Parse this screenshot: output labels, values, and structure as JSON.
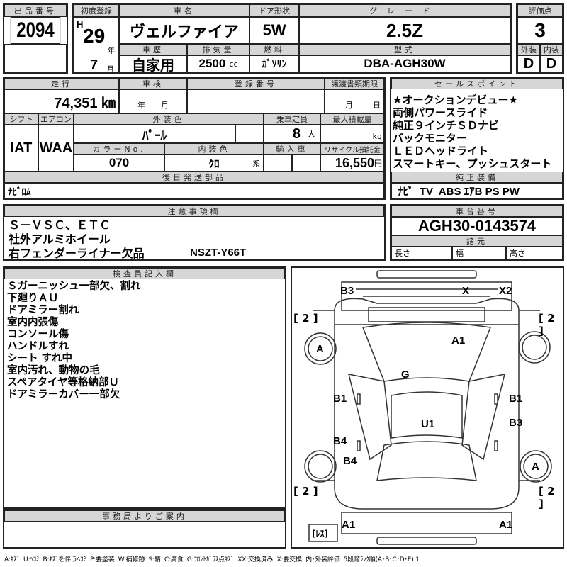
{
  "lot": {
    "label": "出品番号",
    "value": "2094"
  },
  "first_reg": {
    "label": "初度登録",
    "era": "H",
    "year": "29",
    "year_unit": "年",
    "month": "7",
    "month_unit": "月"
  },
  "car_name": {
    "label": "車名",
    "value": "ヴェルファイア"
  },
  "door": {
    "label": "ドア形状",
    "value": "5W"
  },
  "grade": {
    "label": "グレード",
    "value": "2.5Z"
  },
  "score": {
    "label": "評価点",
    "value": "3",
    "ext_label": "外装",
    "int_label": "内装",
    "ext": "D",
    "int": "D"
  },
  "history": {
    "label": "車歴",
    "value": "自家用"
  },
  "displacement": {
    "label": "排気量",
    "value": "2500",
    "unit": "cc"
  },
  "fuel": {
    "label": "燃料",
    "value": "ｶﾞｿﾘﾝ"
  },
  "model": {
    "label": "型式",
    "value": "DBA-AGH30W"
  },
  "mileage": {
    "label": "走行",
    "value": "74,351 ㎞"
  },
  "inspection": {
    "label": "車検",
    "year_unit": "年",
    "month_unit": "月"
  },
  "reg_no": {
    "label": "登録番号"
  },
  "transfer": {
    "label": "譲渡書類期限",
    "month_unit": "月",
    "day_unit": "日"
  },
  "shift": {
    "label": "シフト",
    "value": "IAT"
  },
  "ac": {
    "label": "エアコン",
    "value": "WAA"
  },
  "ext_color": {
    "label": "外装色",
    "value": "ﾊﾟｰﾙ"
  },
  "capacity": {
    "label": "乗車定員",
    "value": "8",
    "unit": "人"
  },
  "max_load": {
    "label": "最大積載量",
    "unit": "kg"
  },
  "color_no": {
    "label": "カラーNo.",
    "value": "070"
  },
  "int_color": {
    "label": "内装色",
    "value": "ｸﾛ",
    "unit": "系"
  },
  "import": {
    "label": "輸入車"
  },
  "recycle": {
    "label": "リサイクル預託金",
    "value": "16,550",
    "unit": "円"
  },
  "later_parts": {
    "label": "後日発送部品",
    "value": "ﾅﾋﾞﾛﾑ"
  },
  "sales_points": {
    "label": "セールスポイント",
    "items": [
      "★オークションデビュー★",
      "両側パワースライド",
      "純正９インチＳＤナビ",
      "バックモニター",
      "ＬＥＤヘッドライト",
      "スマートキー、プッシュスタート"
    ]
  },
  "equipment": {
    "label": "純正装備",
    "value": "ﾅﾋﾞ  TV  ABS ｴｱB PS PW"
  },
  "notes": {
    "label": "注意事項欄",
    "lines": [
      "Ｓ－ＶＳＣ、ＥＴＣ",
      "社外アルミホイール",
      "右フェンダーライナー欠品"
    ],
    "code": "NSZT-Y66T"
  },
  "chassis": {
    "label": "車台番号",
    "value": "AGH30-0143574"
  },
  "specs": {
    "label": "諸元",
    "length": "長さ",
    "width": "幅",
    "height": "高さ"
  },
  "inspector": {
    "label": "検査員記入欄",
    "items": [
      "Ｓガーニッシュ一部欠、割れ",
      "下廻りＡＵ",
      "ドアミラー割れ",
      "室内内張傷",
      "コンソール傷",
      "ハンドルすれ",
      "シート すれ中",
      "室内汚れ、動物の毛",
      "スペアタイヤ等格納部Ｕ",
      "ドアミラーカバー一部欠"
    ]
  },
  "office": {
    "label": "事務局よりご案内"
  },
  "diagram": {
    "marks": [
      "B3",
      "X",
      "X2",
      "[ 2 ]",
      "[ 2 ]",
      "A",
      "A1",
      "G",
      "B1",
      "B1",
      "B3",
      "U1",
      "B4",
      "B4",
      "A",
      "[ 2 ]",
      "[ 2 ]",
      "A1",
      "A1",
      "[ﾚｽ]"
    ]
  },
  "legend": "A:ｷｽﾞ  U:ﾍｺﾐ  B:ｷｽﾞを伴うﾍｺﾐ  P:要塗装  W:補修跡  S:錆  C:腐食  G:ﾌﾛﾝﾄｶﾞﾗｽ点ｷｽﾞ  XX:交換済み  X:要交換  内･外装評価  5段階ﾗﾝｸ順(A･B･C･D･E) 1"
}
